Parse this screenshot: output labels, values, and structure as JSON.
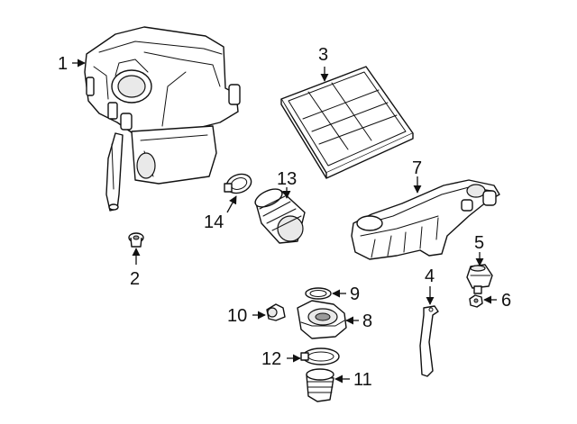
{
  "callouts": [
    {
      "id": "part-1",
      "label": "1"
    },
    {
      "id": "part-2",
      "label": "2"
    },
    {
      "id": "part-3",
      "label": "3"
    },
    {
      "id": "part-4",
      "label": "4"
    },
    {
      "id": "part-5",
      "label": "5"
    },
    {
      "id": "part-6",
      "label": "6"
    },
    {
      "id": "part-7",
      "label": "7"
    },
    {
      "id": "part-8",
      "label": "8"
    },
    {
      "id": "part-9",
      "label": "9"
    },
    {
      "id": "part-10",
      "label": "10"
    },
    {
      "id": "part-11",
      "label": "11"
    },
    {
      "id": "part-12",
      "label": "12"
    },
    {
      "id": "part-13",
      "label": "13"
    },
    {
      "id": "part-14",
      "label": "14"
    }
  ],
  "colors": {
    "ink": "#111111",
    "background": "#ffffff",
    "shade": "#e9e9e9"
  }
}
